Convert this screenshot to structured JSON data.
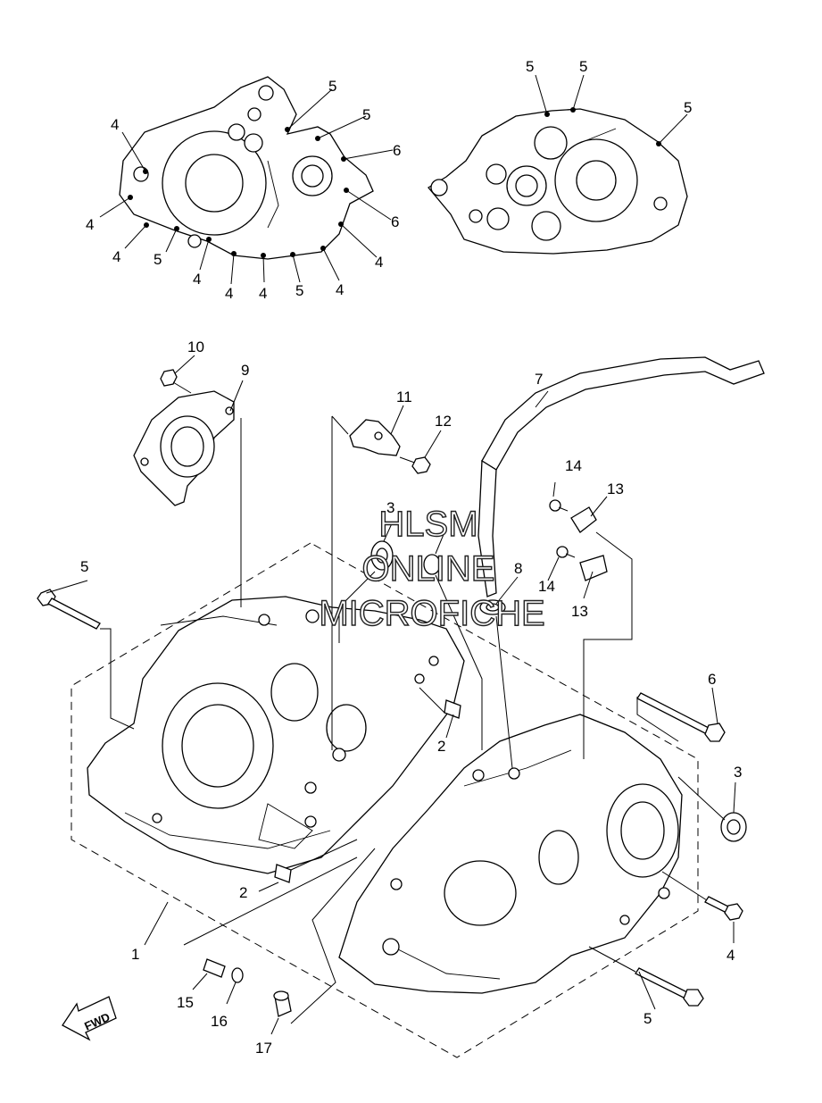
{
  "watermark": {
    "line1": "HLSM",
    "line2": "ONLINE",
    "line3": "MICROFICHE"
  },
  "fwd_label": "FWD",
  "top_left_gasket_labels": [
    "4",
    "4",
    "4",
    "4",
    "5",
    "4",
    "4",
    "4",
    "5",
    "4",
    "4",
    "5",
    "5",
    "6",
    "6"
  ],
  "top_right_gasket_labels": [
    "5",
    "5",
    "5"
  ],
  "parts": {
    "p1": "1",
    "p2a": "2",
    "p2b": "2",
    "p3a": "3",
    "p3b": "3",
    "p4a": "4",
    "p5a": "5",
    "p5b": "5",
    "p6": "6",
    "p7": "7",
    "p8": "8",
    "p9": "9",
    "p10": "10",
    "p11": "11",
    "p12": "12",
    "p13a": "13",
    "p13b": "13",
    "p14a": "14",
    "p14b": "14",
    "p15": "15",
    "p16": "16",
    "p17": "17"
  }
}
